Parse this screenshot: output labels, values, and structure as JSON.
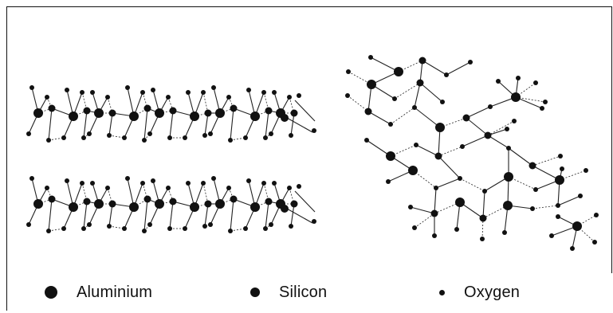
{
  "legend": {
    "aluminium": "Aluminium",
    "silicon": "Silicon",
    "oxygen": "Oxygen"
  },
  "colors": {
    "atom": "#111111",
    "bond": "#222222",
    "background": "#ffffff"
  }
}
